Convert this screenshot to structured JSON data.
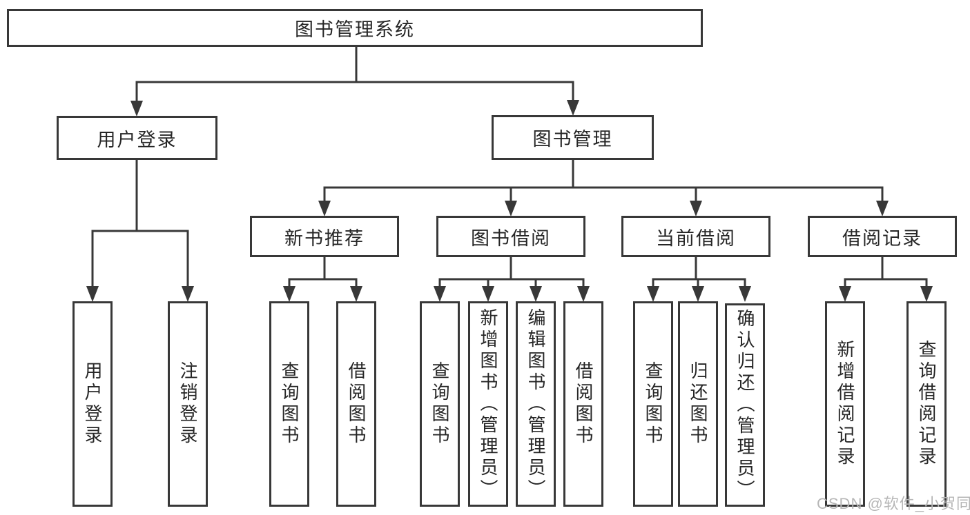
{
  "diagram": {
    "root": {
      "label": "图书管理系统"
    },
    "branches": [
      {
        "label": "用户登录",
        "children": [
          {
            "label": "用户登录"
          },
          {
            "label": "注销登录"
          }
        ]
      },
      {
        "label": "图书管理",
        "groups": [
          {
            "label": "新书推荐",
            "children": [
              {
                "label": "查询图书"
              },
              {
                "label": "借阅图书"
              }
            ]
          },
          {
            "label": "图书借阅",
            "children": [
              {
                "label": "查询图书"
              },
              {
                "label": "新增图书（管理员）"
              },
              {
                "label": "编辑图书（管理员）"
              },
              {
                "label": "借阅图书"
              }
            ]
          },
          {
            "label": "当前借阅",
            "children": [
              {
                "label": "查询图书"
              },
              {
                "label": "归还图书"
              },
              {
                "label": "确认归还（管理员）"
              }
            ]
          },
          {
            "label": "借阅记录",
            "children": [
              {
                "label": "新增借阅记录"
              },
              {
                "label": "查询借阅记录"
              }
            ]
          }
        ]
      }
    ]
  },
  "watermark": {
    "text": "CSDN @软件_小贺同学"
  },
  "colors": {
    "line": "#383838",
    "text": "#262626",
    "watermark": "#b6b6b6",
    "background": "#ffffff"
  }
}
